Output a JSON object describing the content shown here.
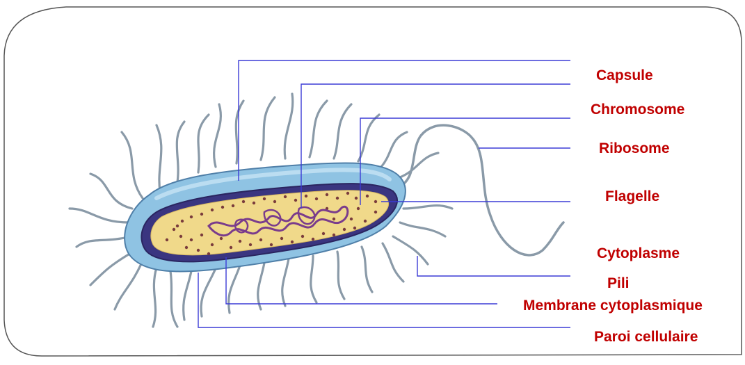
{
  "colors": {
    "frame": "#555555",
    "leader_line": "#3b3bd6",
    "label": "#c00000",
    "capsule": "#8fc3e3",
    "cytoplasm": "#f0d98a",
    "chromosome": "#7a3c8c",
    "pili": "#8a9aa8"
  },
  "labels": {
    "capsule": "Capsule",
    "chromosome": "Chromosome",
    "ribosome": "Ribosome",
    "flagelle": "Flagelle",
    "cytoplasme": "Cytoplasme",
    "pili": "Pili",
    "membrane": "Membrane cytoplasmique",
    "paroi": "Paroi cellulaire"
  }
}
